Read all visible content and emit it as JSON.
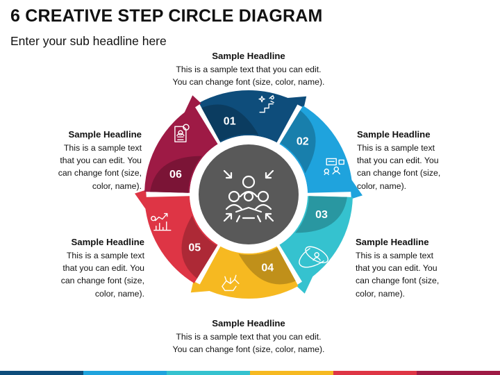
{
  "title": "6 CREATIVE STEP CIRCLE DIAGRAM",
  "subtitle": "Enter your sub headline here",
  "steps": [
    {
      "number": "01",
      "color": "#0E4D7B",
      "headline": "Sample Headline",
      "lines": [
        "This is a sample text that you can edit.",
        "You can change font (size, color, name)."
      ],
      "icon": "achievement-icon"
    },
    {
      "number": "02",
      "color": "#1FA3DD",
      "headline": "Sample Headline",
      "lines": [
        "This is a sample text",
        "that you can edit. You",
        "can change font (size,",
        "color, name)."
      ],
      "icon": "presentation-icon"
    },
    {
      "number": "03",
      "color": "#35C2CF",
      "headline": "Sample Headline",
      "lines": [
        "This is a sample text",
        "that you can edit. You",
        "can change font (size,",
        "color, name)."
      ],
      "icon": "atom-person-icon"
    },
    {
      "number": "04",
      "color": "#F6B921",
      "headline": "Sample Headline",
      "lines": [
        "This is a sample text that you can edit.",
        "You can change font (size, color, name)."
      ],
      "icon": "teamwork-hands-icon"
    },
    {
      "number": "05",
      "color": "#DE3545",
      "headline": "Sample Headline",
      "lines": [
        "This is a sample text",
        "that you can edit. You",
        "can change font (size,",
        "color, name)."
      ],
      "icon": "growth-chart-icon"
    },
    {
      "number": "06",
      "color": "#9E1A45",
      "headline": "Sample Headline",
      "lines": [
        "This is a sample text",
        "that you can edit. You",
        "can change font (size,",
        "color, name)."
      ],
      "icon": "profile-document-icon"
    }
  ],
  "center_icon": "team-network-icon",
  "colors": {
    "center": "#595959",
    "center_ring": "#ffffff",
    "bottom_bar": [
      "#0E4D7B",
      "#1FA3DD",
      "#35C2CF",
      "#F6B921",
      "#DE3545",
      "#9E1A45"
    ]
  }
}
